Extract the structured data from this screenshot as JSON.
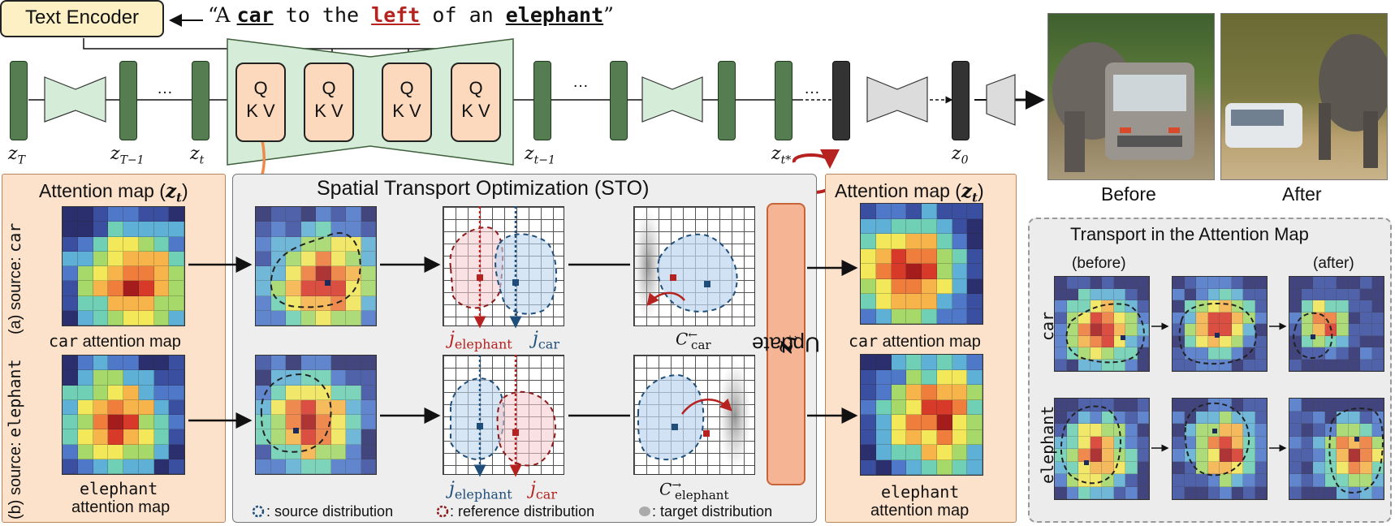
{
  "text_encoder": "Text Encoder",
  "prompt": {
    "open": "“A ",
    "w_car": "car",
    "mid1": " to the ",
    "w_left": "left",
    "mid2": " of an ",
    "w_elephant": "elephant",
    "close": "”"
  },
  "latents": {
    "zT": "z",
    "zT_sub": "T",
    "zTm1": "z",
    "zTm1_sub": "T−1",
    "zt": "z",
    "zt_sub": "t",
    "ztm1": "z",
    "ztm1_sub": "t−1",
    "ztstar": "z",
    "ztstar_sub": "t*",
    "z0": "z",
    "z0_sub": "0"
  },
  "ellipsis": "…",
  "qkv": {
    "q": "Q",
    "kv": "K V"
  },
  "photos": {
    "before": "Before",
    "after": "After"
  },
  "left_panel": {
    "title": "Attention map (",
    "title_z": "z",
    "title_t": "t",
    "title_end": ")",
    "source_a": "(a) source: ",
    "source_a_word": "car",
    "source_b": "(b) source: ",
    "source_b_word": "elephant",
    "car_label_word": "car",
    "car_label_rest": " attention map",
    "eleph_label_word": "elephant",
    "eleph_label_rest": "attention map"
  },
  "sto": {
    "title": "Spatial Transport Optimization (STO)",
    "j_eleph_top": "j",
    "j_eleph_top_sub": "elephant",
    "j_car_top": "j",
    "j_car_top_sub": "car",
    "c_car": "C",
    "c_car_sup": "←",
    "c_car_sub": "car",
    "j_eleph_bot": "j",
    "j_eleph_bot_sub": "elephant",
    "j_car_bot": "j",
    "j_car_bot_sub": "car",
    "c_eleph": "C",
    "c_eleph_sup": "→",
    "c_eleph_sub": "elephant",
    "legend_source": ": source distribution",
    "legend_reference": ": reference distribution",
    "legend_target": ": target distribution"
  },
  "update": {
    "text": "Update ",
    "z": "z",
    "t": "t"
  },
  "right_panel": {
    "title": "Attention map (",
    "title_z": "z",
    "title_t": "t",
    "title_end": ")",
    "car_word": "car",
    "car_rest": " attention map",
    "eleph_word": "elephant",
    "eleph_rest": "attention map"
  },
  "transport": {
    "title": "Transport in the Attention Map",
    "before": "(before)",
    "after": "(after)",
    "row_car": "car",
    "row_elephant": "elephant"
  },
  "colors": {
    "latent": "#567d52",
    "qkv": "#fcd9bd",
    "unet": "#d5ecd8",
    "panel": "#fde2cb",
    "accent_red": "#b5221f",
    "source_blue": "#1e4e79",
    "reference_red": "#8c1a1a",
    "orange": "#f08a4b"
  }
}
